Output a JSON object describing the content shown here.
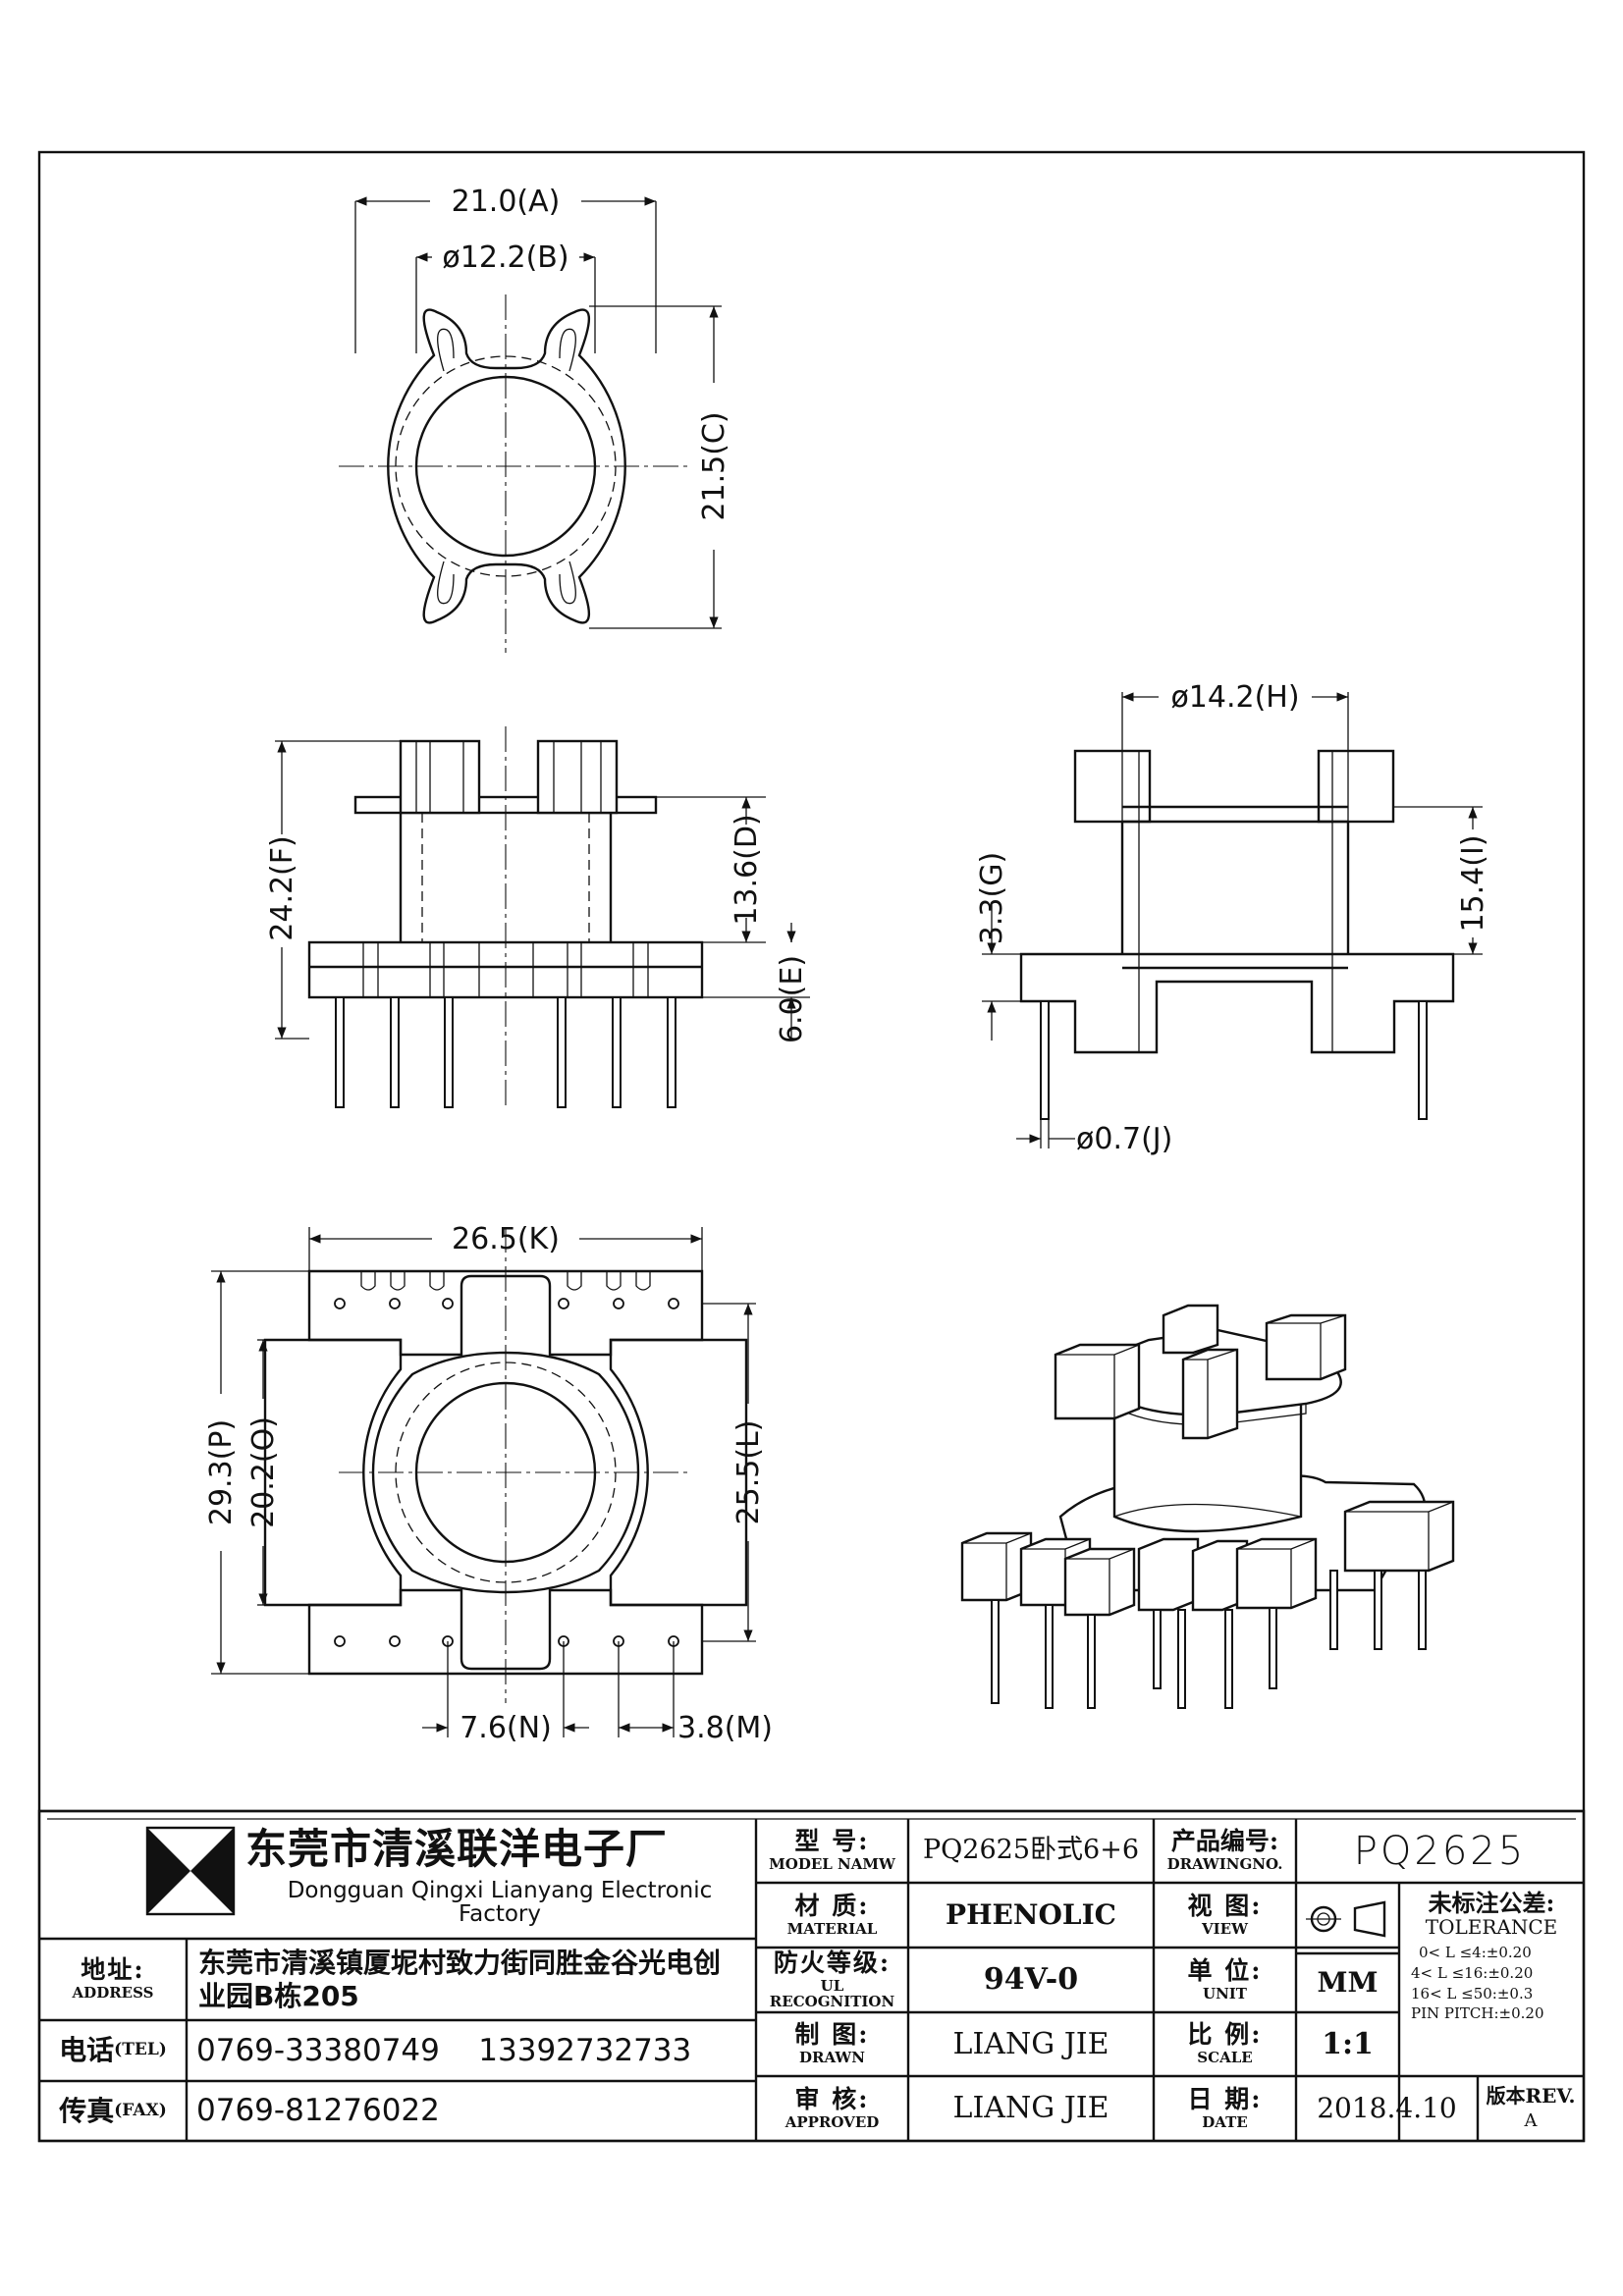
{
  "dimensions": {
    "A": "21.0(A)",
    "B": "ø12.2(B)",
    "C": "21.5(C)",
    "D": "13.6(D)",
    "E": "6.0(E)",
    "F": "24.2(F)",
    "G": "3.3(G)",
    "H": "ø14.2(H)",
    "I": "15.4(I)",
    "J": "ø0.7(J)",
    "K": "26.5(K)",
    "L": "25.5(L)",
    "M": "3.8(M)",
    "N": "7.6(N)",
    "O": "20.2(O)",
    "P": "29.3(P)"
  },
  "title_block": {
    "company_cn": "东莞市清溪联洋电子厂",
    "company_en": "Dongguan Qingxi Lianyang Electronic Factory",
    "address_label_cn": "地址:",
    "address_label_en": "ADDRESS",
    "address_line1": "东莞市清溪镇厦坭村致力街同胜金谷光电创",
    "address_line2": "业园B栋205",
    "tel_label_cn": "电话",
    "tel_label_en": "(TEL)",
    "tel": "0769-33380749    13392732733",
    "fax_label_cn": "传真",
    "fax_label_en": "(FAX)",
    "fax": "0769-81276022",
    "model_label_cn": "型 号:",
    "model_label_en": "MODEL NAMW",
    "model": "PQ2625卧式6+6",
    "material_label_cn": "材 质:",
    "material_label_en": "MATERIAL",
    "material": "PHENOLIC",
    "ul_label_cn": "防火等级:",
    "ul_label_en": "UL RECOGNITION",
    "ul": "94V-0",
    "drawn_label_cn": "制 图:",
    "drawn_label_en": "DRAWN",
    "drawn": "LIANG JIE",
    "approved_label_cn": "审 核:",
    "approved_label_en": "APPROVED",
    "approved": "LIANG JIE",
    "drawingno_label_cn": "产品编号:",
    "drawingno_label_en": "DRAWINGNO.",
    "drawingno": "PQ2625",
    "view_label_cn": "视 图:",
    "view_label_en": "VIEW",
    "unit_label_cn": "单 位:",
    "unit_label_en": "UNIT",
    "unit": "MM",
    "scale_label_cn": "比 例:",
    "scale_label_en": "SCALE",
    "scale": "1:1",
    "date_label_cn": "日 期:",
    "date_label_en": "DATE",
    "date": "2018.4.10",
    "tolerance_title_cn": "未标注公差:",
    "tolerance_title_en": "TOLERANCE",
    "tolerance_1": "0< L ≤4:±0.20",
    "tolerance_2": "4< L ≤16:±0.20",
    "tolerance_3": "16< L ≤50:±0.3",
    "tolerance_4": "PIN PITCH:±0.20",
    "rev_label": "版本REV.",
    "rev": "A"
  }
}
